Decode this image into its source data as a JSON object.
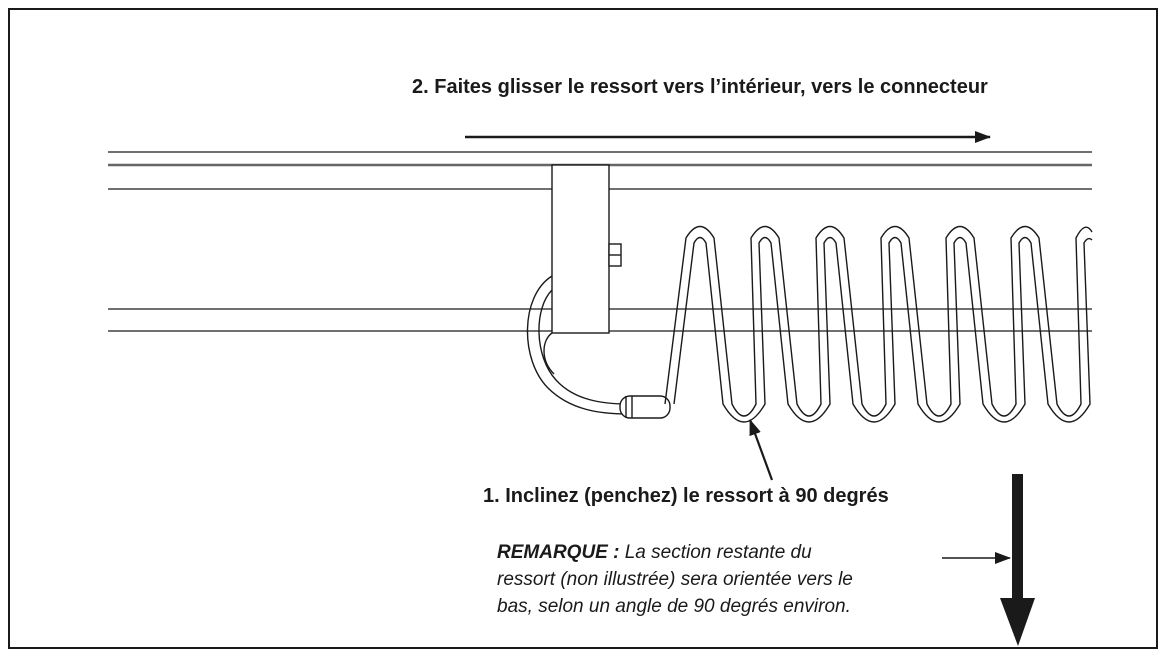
{
  "labels": {
    "step2": "2. Faites glisser le ressort vers l’intérieur, vers le connecteur",
    "step1": "1. Inclinez (penchez) le ressort à 90 degrés",
    "note_keyword": "REMARQUE :",
    "note_line1": " La section restante du",
    "note_line2": "ressort (non illustrée) sera orientée vers le",
    "note_line3": "bas, selon un angle de 90 degrés environ."
  },
  "colors": {
    "ink": "#1a1a1a",
    "background": "#ffffff"
  }
}
